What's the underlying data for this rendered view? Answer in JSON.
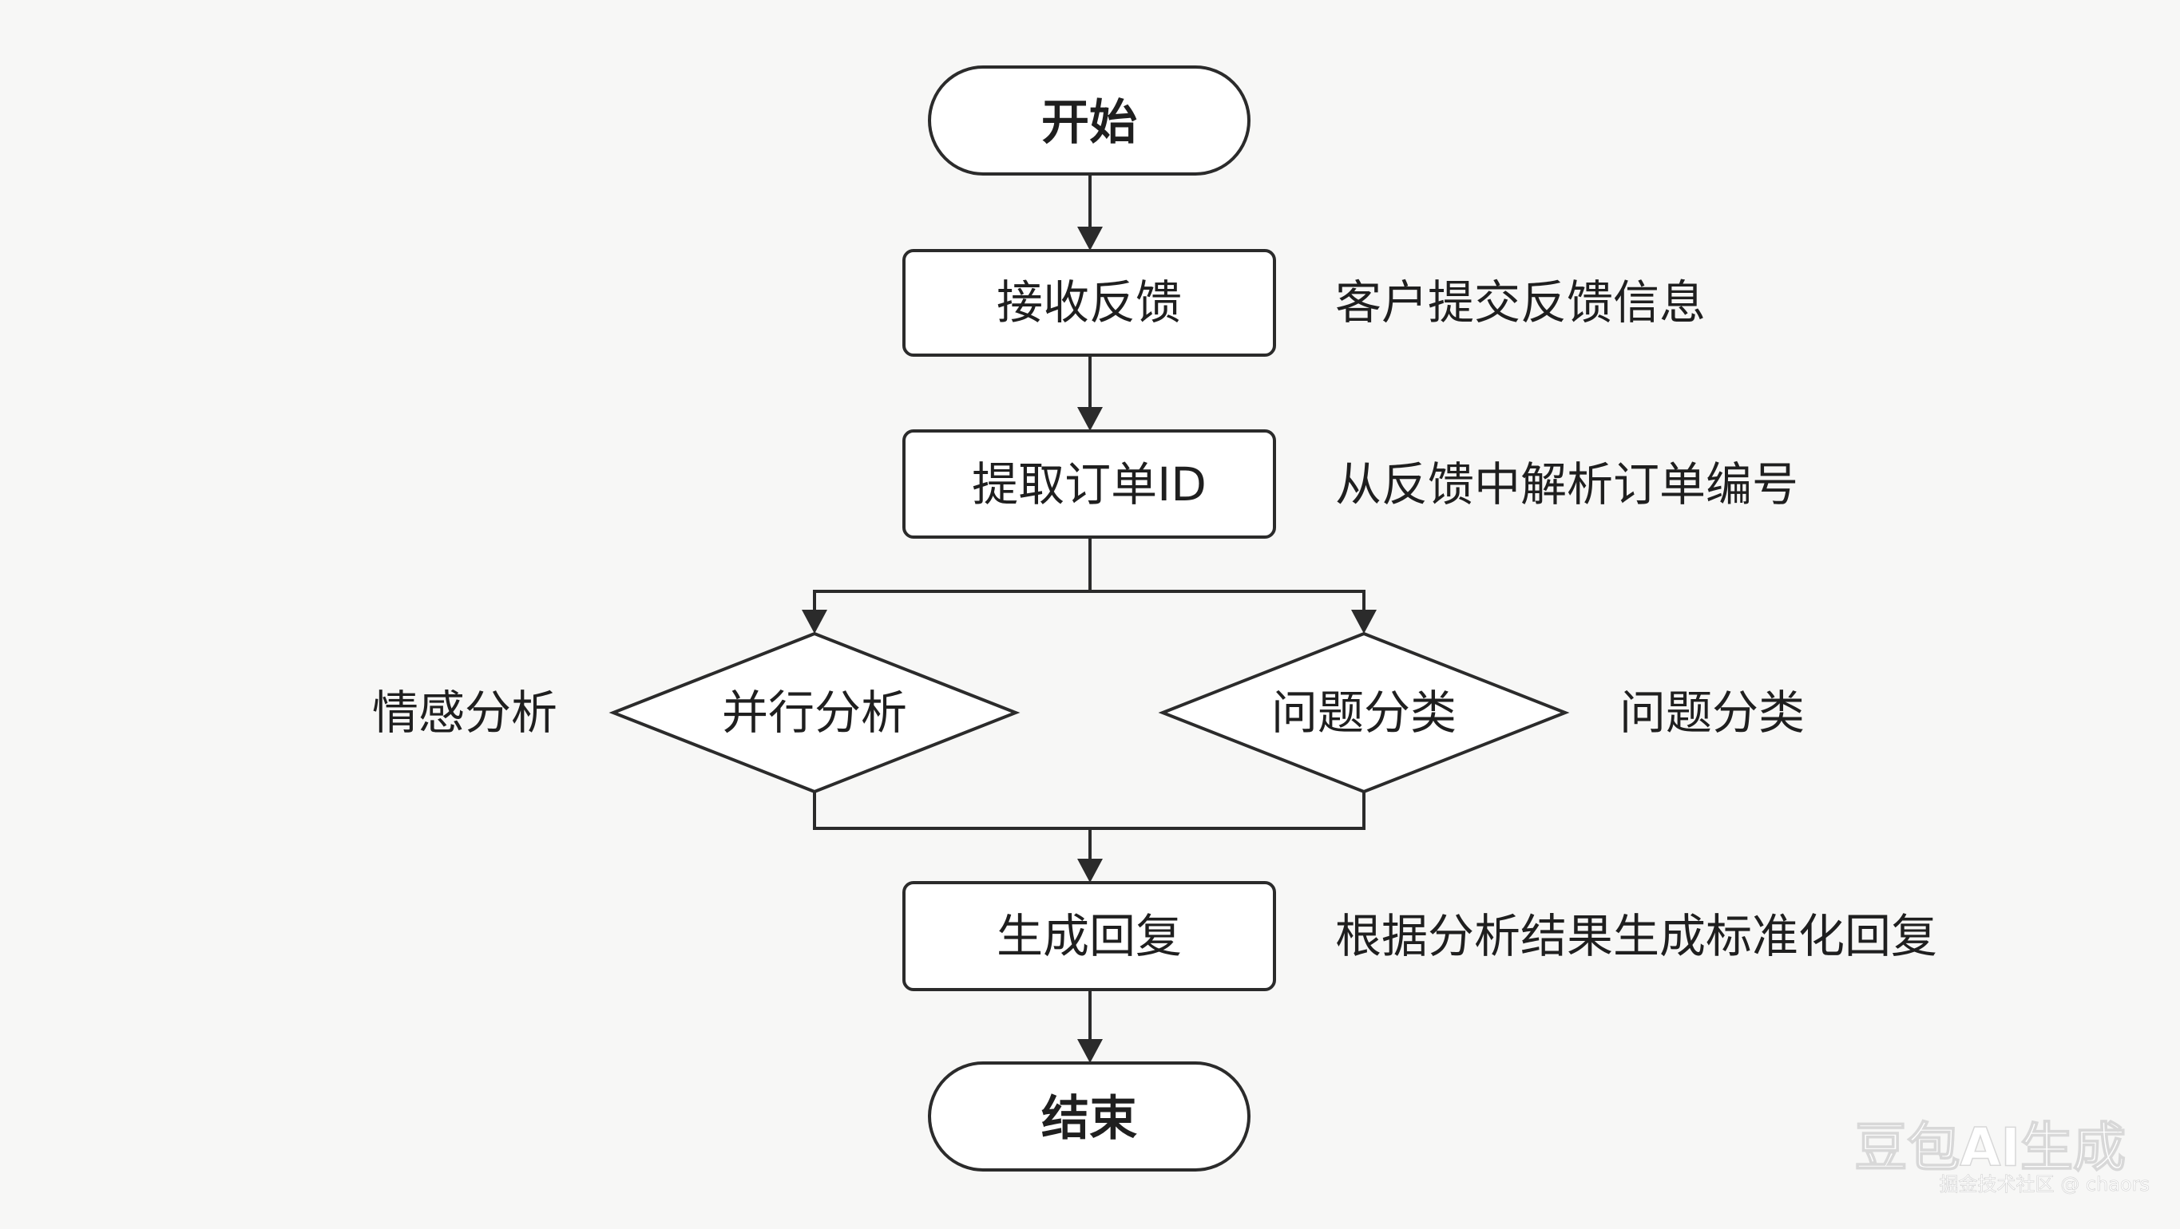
{
  "nodes": {
    "start": "开始",
    "receive": "接收反馈",
    "extract": "提取订单ID",
    "parallel": "并行分析",
    "classify": "问题分类",
    "generate": "生成回复",
    "end": "结束"
  },
  "annotations": {
    "receive": "客户提交反馈信息",
    "extract": "从反馈中解析订单编号",
    "sentiment": "情感分析",
    "classify": "问题分类",
    "generate": "根据分析结果生成标准化回复"
  },
  "watermark": {
    "brand": "豆包AI生成",
    "credit": "掘金技术社区 @ chaors"
  }
}
